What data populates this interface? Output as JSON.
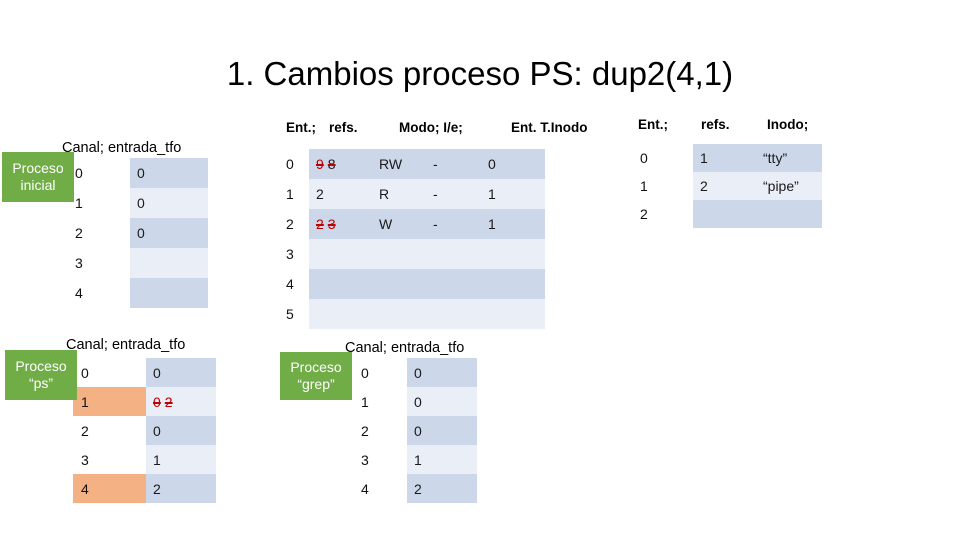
{
  "slide": {
    "title": "1. Cambios proceso PS: dup2(4,1)"
  },
  "colors": {
    "badge_green": "#70ad47",
    "cell_blue_dark": "#ccd7e9",
    "cell_blue_light": "#e9eef7",
    "highlight_orange": "#f4b183",
    "strike_red": "#c00000"
  },
  "tables": {
    "proceso_inicial": {
      "badge_line1": "Proceso",
      "badge_line2": "inicial",
      "caption": "Canal; entrada_tfo",
      "rows": [
        {
          "index": "0",
          "value": "0",
          "shade": "a",
          "highlight": false
        },
        {
          "index": "1",
          "value": "0",
          "shade": "b",
          "highlight": false
        },
        {
          "index": "2",
          "value": "0",
          "shade": "a",
          "highlight": false
        },
        {
          "index": "3",
          "value": "",
          "shade": "b",
          "highlight": false
        },
        {
          "index": "4",
          "value": "",
          "shade": "a",
          "highlight": false
        }
      ]
    },
    "tabla_ficheros_abiertos": {
      "headers": [
        "Ent.;",
        "refs.",
        "Modo; I/e;",
        "Ent. T.Inodo"
      ],
      "rows": [
        {
          "index": "0",
          "refs_old": "9",
          "refs_new": "8",
          "refs": "",
          "modo": "RW",
          "le": "-",
          "inodo": "0",
          "shade": "a"
        },
        {
          "index": "1",
          "refs_old": "",
          "refs_new": "",
          "refs": "2",
          "modo": "R",
          "le": "-",
          "inodo": "1",
          "shade": "b"
        },
        {
          "index": "2",
          "refs_old": "2",
          "refs_new": "3",
          "refs": "",
          "modo": "W",
          "le": "-",
          "inodo": "1",
          "shade": "a"
        },
        {
          "index": "3",
          "refs_old": "",
          "refs_new": "",
          "refs": "",
          "modo": "",
          "le": "",
          "inodo": "",
          "shade": "b"
        },
        {
          "index": "4",
          "refs_old": "",
          "refs_new": "",
          "refs": "",
          "modo": "",
          "le": "",
          "inodo": "",
          "shade": "a"
        },
        {
          "index": "5",
          "refs_old": "",
          "refs_new": "",
          "refs": "",
          "modo": "",
          "le": "",
          "inodo": "",
          "shade": "b"
        }
      ]
    },
    "tabla_inodos": {
      "headers": [
        "Ent.;",
        "refs.",
        "Inodo;"
      ],
      "rows": [
        {
          "index": "0",
          "refs": "1",
          "inodo": "“tty”",
          "shade": "a"
        },
        {
          "index": "1",
          "refs": "2",
          "inodo": "“pipe”",
          "shade": "b"
        },
        {
          "index": "2",
          "refs": "",
          "inodo": "",
          "shade": "a"
        }
      ]
    },
    "proceso_ps": {
      "badge_line1": "Proceso",
      "badge_line2": "“ps”",
      "caption": "Canal; entrada_tfo",
      "rows": [
        {
          "index": "0",
          "value": "0",
          "value_old": "",
          "value_new": "",
          "shade": "a",
          "highlight": false
        },
        {
          "index": "1",
          "value": "",
          "value_old": "0",
          "value_new": "2",
          "shade": "b",
          "highlight": true
        },
        {
          "index": "2",
          "value": "0",
          "value_old": "",
          "value_new": "",
          "shade": "a",
          "highlight": false
        },
        {
          "index": "3",
          "value": "1",
          "value_old": "",
          "value_new": "",
          "shade": "b",
          "highlight": false
        },
        {
          "index": "4",
          "value": "2",
          "value_old": "",
          "value_new": "",
          "shade": "a",
          "highlight": true
        }
      ]
    },
    "proceso_grep": {
      "badge_line1": "Proceso",
      "badge_line2": "“grep”",
      "caption": "Canal; entrada_tfo",
      "rows": [
        {
          "index": "0",
          "value": "0",
          "shade": "a",
          "highlight": false
        },
        {
          "index": "1",
          "value": "0",
          "shade": "b",
          "highlight": false
        },
        {
          "index": "2",
          "value": "0",
          "shade": "a",
          "highlight": false
        },
        {
          "index": "3",
          "value": "1",
          "shade": "b",
          "highlight": false
        },
        {
          "index": "4",
          "value": "2",
          "shade": "a",
          "highlight": false
        }
      ]
    }
  }
}
